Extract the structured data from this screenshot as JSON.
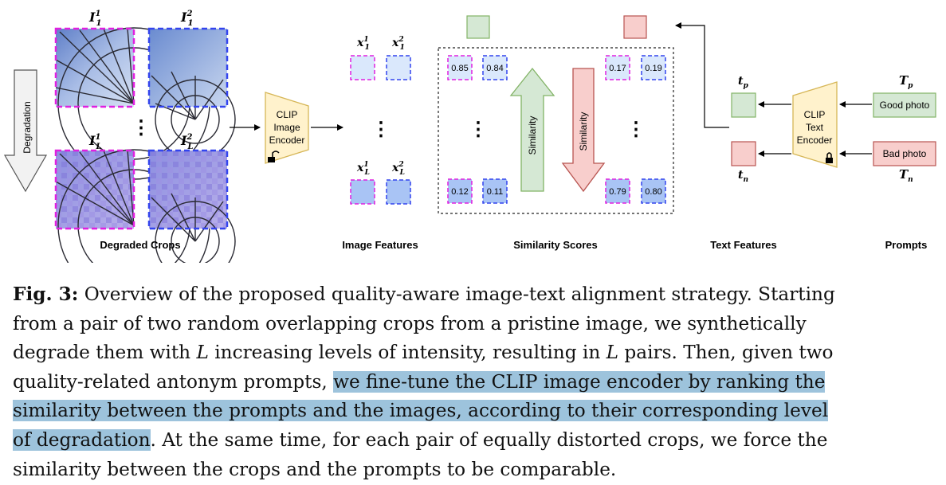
{
  "crops": {
    "labels": [
      "I",
      "I",
      "I",
      "I"
    ],
    "label_subs": [
      "1",
      "1",
      "L",
      "L"
    ],
    "label_sups": [
      "1",
      "2",
      "1",
      "2"
    ],
    "ellipsis": "⋮",
    "degradation": "Degradation",
    "caption": "Degraded Crops"
  },
  "encoder": {
    "label_lines": [
      "CLIP",
      "Image",
      "Encoder"
    ]
  },
  "features": {
    "labels": [
      "x",
      "x",
      "x",
      "x"
    ],
    "label_subs": [
      "1",
      "1",
      "L",
      "L"
    ],
    "label_sups": [
      "1",
      "2",
      "1",
      "2"
    ],
    "caption": "Image Features"
  },
  "similarity": {
    "scores": [
      "0.85",
      "0.84",
      "0.17",
      "0.19",
      "0.12",
      "0.11",
      "0.79",
      "0.80"
    ],
    "up_arrow_label": "Similarity",
    "down_arrow_label": "Similarity",
    "caption": "Similarity Scores"
  },
  "text_features": {
    "tp": "t",
    "tp_sub": "p",
    "tn": "t",
    "tn_sub": "n",
    "caption": "Text Features"
  },
  "text_encoder": {
    "label_lines": [
      "CLIP",
      "Text",
      "Encoder"
    ]
  },
  "prompts": {
    "good": "Good photo",
    "bad": "Bad photo",
    "Tp": "T",
    "Tp_sub": "p",
    "Tn": "T",
    "Tn_sub": "n",
    "caption": "Prompts"
  },
  "colors": {
    "green_fill": "#d5e8d4",
    "green_stroke": "#82b366",
    "red_fill": "#f8cecc",
    "red_stroke": "#b85450",
    "yellow_fill": "#fff2cc",
    "yellow_stroke": "#d6b656",
    "magenta": "#e020e0",
    "blue": "#3344ee",
    "light_blue": "#dae8fc",
    "mid_blue": "#a9c4f5",
    "highlight": "#9dc3dc"
  },
  "caption": {
    "fig_label": "Fig. 3:",
    "line1_rest": " Overview of the proposed quality-aware image-text alignment strategy. Starting",
    "line2": "from a pair of two random overlapping crops from a pristine image, we synthetically",
    "line3_a": "degrade them with ",
    "line3_L1": "L",
    "line3_b": " increasing levels of intensity, resulting in ",
    "line3_L2": "L",
    "line3_c": " pairs. Then, given two",
    "line4_a": "quality-related antonym prompts, ",
    "line4_hl": "we fine-tune the CLIP image encoder by ranking the",
    "line5_hl": "similarity between the prompts and the images, according to their corresponding level",
    "line6_hl": "of degradation",
    "line6_b": ". At the same time, for each pair of equally distorted crops, we force the",
    "line7": "similarity between the crops and the prompts to be comparable."
  }
}
